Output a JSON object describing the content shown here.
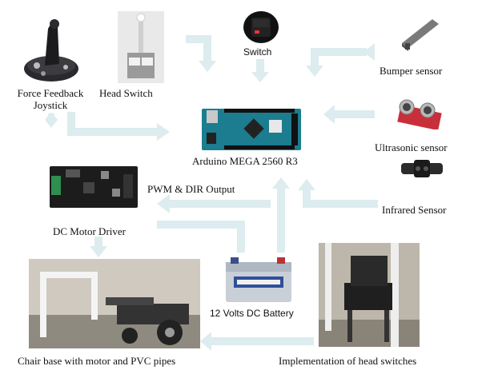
{
  "labels": {
    "joystick": "Force Feedback\nJoystick",
    "head_switch": "Head Switch",
    "switch": "Switch",
    "bumper": "Bumper sensor",
    "arduino": "Arduino MEGA 2560 R3",
    "ultrasonic": "Ultrasonic sensor",
    "infrared": "Infrared Sensor",
    "pwm_dir": "PWM &  DIR Output",
    "motor_driver": "DC Motor Driver",
    "battery": "12 Volts DC Battery",
    "chair_base": "Chair base with motor and PVC pipes",
    "head_switch_impl": "Implementation of head switches"
  },
  "colors": {
    "arrow": "#dcecef",
    "arduino_board": "#1b7d8f",
    "motor_driver_board": "#1c1c1c",
    "bumper_sensor": "#7a7a7a",
    "ultrasonic_board": "#c92f3a",
    "infrared_sensor": "#2b2b2b"
  },
  "icons": {
    "joystick": "joystick-photo",
    "head_switch": "head-switch-photo",
    "switch": "rocker-switch-photo",
    "bumper": "bumper-sensor-photo",
    "arduino": "arduino-board-photo",
    "ultrasonic": "ultrasonic-sensor-photo",
    "infrared": "infrared-sensor-photo",
    "motor_driver": "motor-driver-board-photo",
    "battery": "battery-photo",
    "chair_base": "chair-base-photo",
    "head_switch_impl": "head-switch-chair-photo"
  }
}
